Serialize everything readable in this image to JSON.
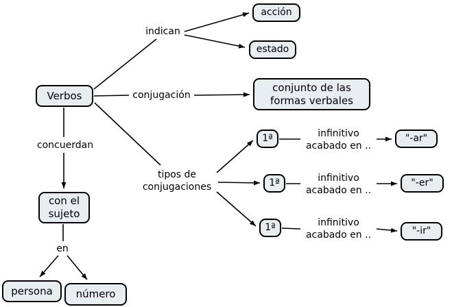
{
  "diagram": {
    "nodes": {
      "verbos": {
        "label": "Verbos"
      },
      "accion": {
        "label": "acción"
      },
      "estado": {
        "label": "estado"
      },
      "conjunto": {
        "label": "conjunto de las\nformas verbales"
      },
      "sujeto": {
        "label": "con el\nsujeto"
      },
      "persona": {
        "label": "persona"
      },
      "numero": {
        "label": "número"
      },
      "conj1": {
        "label": "1ª"
      },
      "conj2": {
        "label": "1ª"
      },
      "conj3": {
        "label": "1ª"
      },
      "suffix_ar": {
        "label": "\"-ar\""
      },
      "suffix_er": {
        "label": "\"-er\""
      },
      "suffix_ir": {
        "label": "\"-ir\""
      }
    },
    "links": {
      "indican": {
        "label": "indican"
      },
      "conjugacion": {
        "label": "conjugación"
      },
      "concuerdan": {
        "label": "concuerdan"
      },
      "en": {
        "label": "en"
      },
      "tipos": {
        "label": "tipos de\nconjugaciones"
      },
      "infinitivo1": {
        "label": "infinitivo\nacabado en .."
      },
      "infinitivo2": {
        "label": "infinitivo\nacabado en .."
      },
      "infinitivo3": {
        "label": "infinitivo\nacabado en .."
      }
    },
    "colors": {
      "node_fill": "#e8edf0",
      "node_border": "#000000",
      "line": "#000000",
      "background": "#ffffff",
      "text": "#000000"
    }
  }
}
